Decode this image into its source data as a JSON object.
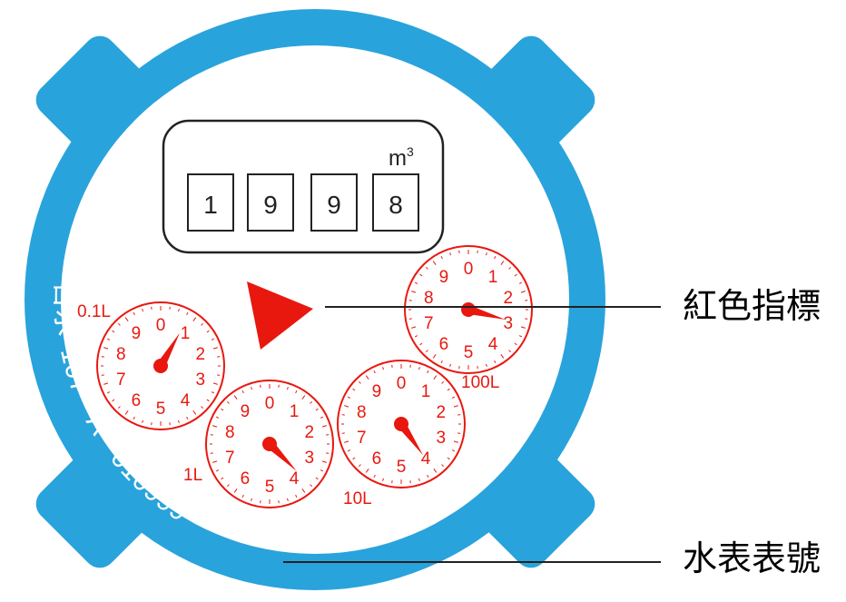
{
  "meter": {
    "unit_base": "m",
    "unit_exp": "3",
    "digits": [
      "1",
      "9",
      "9",
      "8"
    ],
    "serial_prefix": "台水",
    "serial_code": "107 - A - 010999",
    "colors": {
      "ring": "#29a3dc",
      "dial": "#e8180f",
      "pointer": "#e8180f"
    },
    "dials": [
      {
        "label": "0.1L",
        "angle_deg": 30
      },
      {
        "label": "1L",
        "angle_deg": 135
      },
      {
        "label": "10L",
        "angle_deg": 145
      },
      {
        "label": "100L",
        "angle_deg": 105
      }
    ],
    "dial_numbers": [
      "0",
      "1",
      "2",
      "3",
      "4",
      "5",
      "6",
      "7",
      "8",
      "9"
    ]
  },
  "callouts": {
    "red_pointer": "紅色指標",
    "meter_number": "水表表號"
  }
}
